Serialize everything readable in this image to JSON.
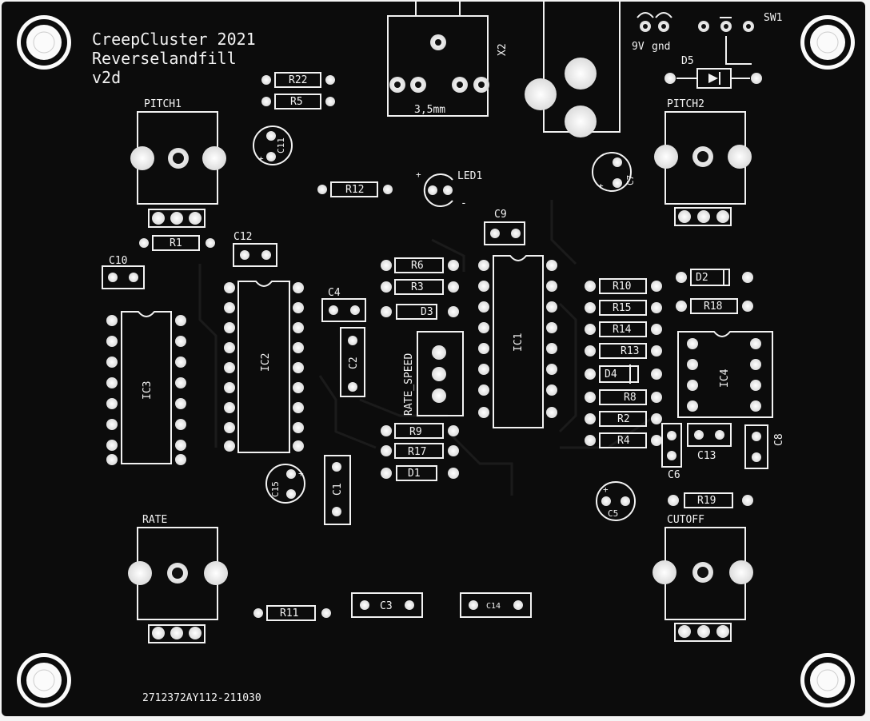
{
  "board": {
    "title_line1": "CreepCluster 2021",
    "title_line2": "Reverselandfill",
    "title_line3": "v2d",
    "serial": "2712372AY112-211030",
    "colors": {
      "board": "#0c0c0c",
      "silkscreen": "#f2f2f2",
      "background": "#f4f4f4"
    }
  },
  "labels": {
    "pitch1": "PITCH1",
    "pitch2": "PITCH2",
    "rate": "RATE",
    "cutoff": "CUTOFF",
    "rate_speed": "RATE_SPEED",
    "x2": "X2",
    "jack_size": "3,5mm",
    "sw1": "SW1",
    "v9": "9V",
    "gnd": "gnd",
    "led1": "LED1",
    "ic1": "IC1",
    "ic2": "IC2",
    "ic3": "IC3",
    "ic4": "IC4",
    "r1": "R1",
    "r2": "R2",
    "r3": "R3",
    "r4": "R4",
    "r5": "R5",
    "r6": "R6",
    "r8": "R8",
    "r9": "R9",
    "r10": "R10",
    "r11": "R11",
    "r12": "R12",
    "r13": "R13",
    "r14": "R14",
    "r15": "R15",
    "r17": "R17",
    "r18": "R18",
    "r19": "R19",
    "r22": "R22",
    "c1": "C1",
    "c2": "C2",
    "c3": "C3",
    "c4": "C4",
    "c5": "C5",
    "c6": "C6",
    "c7": "C7",
    "c8": "C8",
    "c9": "C9",
    "c10": "C10",
    "c11": "C11",
    "c12": "C12",
    "c13": "C13",
    "c14": "C14",
    "c15": "C15",
    "d1": "D1",
    "d2": "D2",
    "d3": "D3",
    "d4": "D4",
    "d5": "D5",
    "plus": "+",
    "minus": "-"
  }
}
